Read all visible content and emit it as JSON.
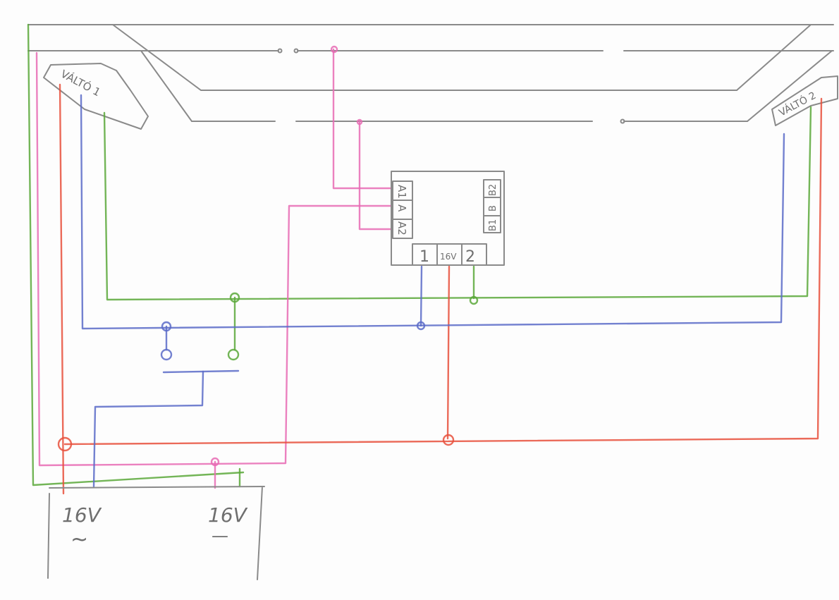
{
  "switches": {
    "switch1": "VÁLTÓ 1",
    "switch2": "VÁLTÓ 2"
  },
  "module": {
    "left_terminals": [
      "A1",
      "A",
      "A2"
    ],
    "right_terminals": [
      "B2",
      "B",
      "B1"
    ],
    "bottom_terminals": [
      "1",
      "16V",
      "2"
    ]
  },
  "power_supply": {
    "ac_label": "16V",
    "ac_symbol": "~",
    "dc_label": "16V",
    "dc_symbol": "—"
  },
  "colors": {
    "green": "#5aa83a",
    "pink": "#e86bb4",
    "red": "#e8503c",
    "blue": "#5a6bc8",
    "pencil": "#8a8a8a"
  }
}
